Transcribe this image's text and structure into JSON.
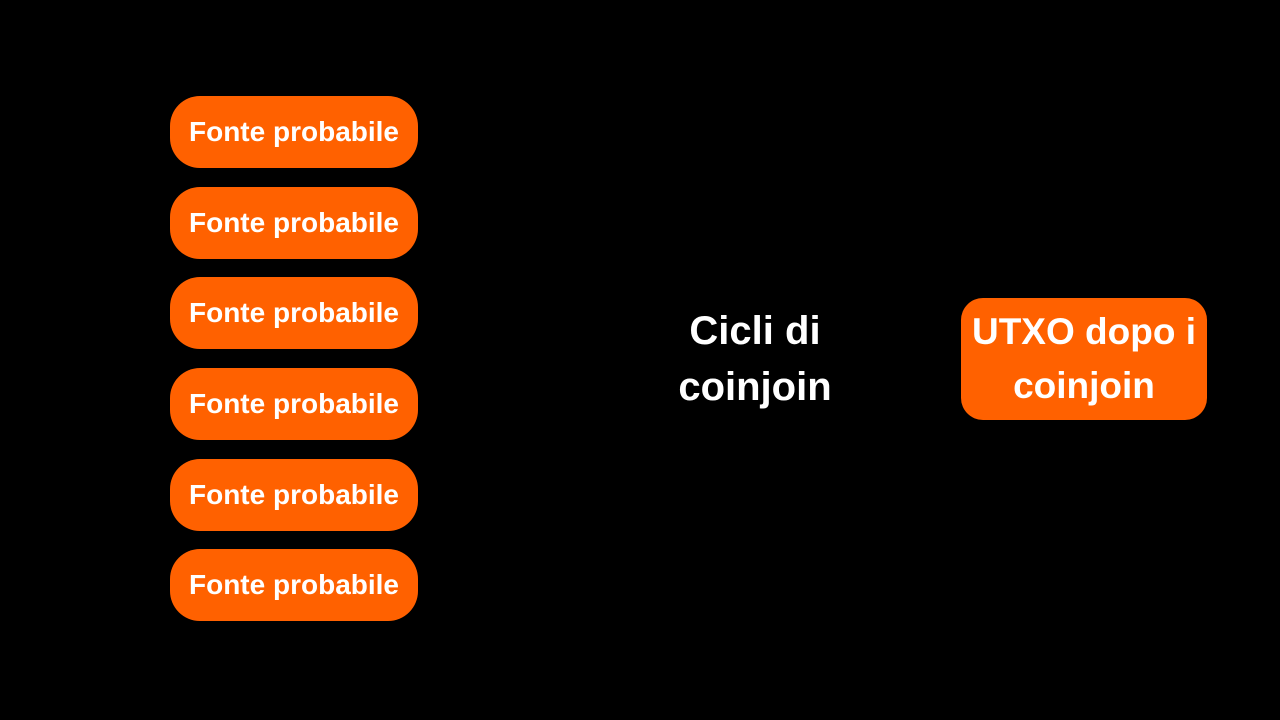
{
  "colors": {
    "background": "#000000",
    "node_fill": "#ff6100",
    "text": "#ffffff"
  },
  "sources": [
    {
      "label": "Fonte probabile"
    },
    {
      "label": "Fonte probabile"
    },
    {
      "label": "Fonte probabile"
    },
    {
      "label": "Fonte probabile"
    },
    {
      "label": "Fonte probabile"
    },
    {
      "label": "Fonte probabile"
    }
  ],
  "center": {
    "line1": "Cicli di",
    "line2": "coinjoin"
  },
  "target": {
    "line1": "UTXO dopo i",
    "line2": "coinjoin"
  }
}
